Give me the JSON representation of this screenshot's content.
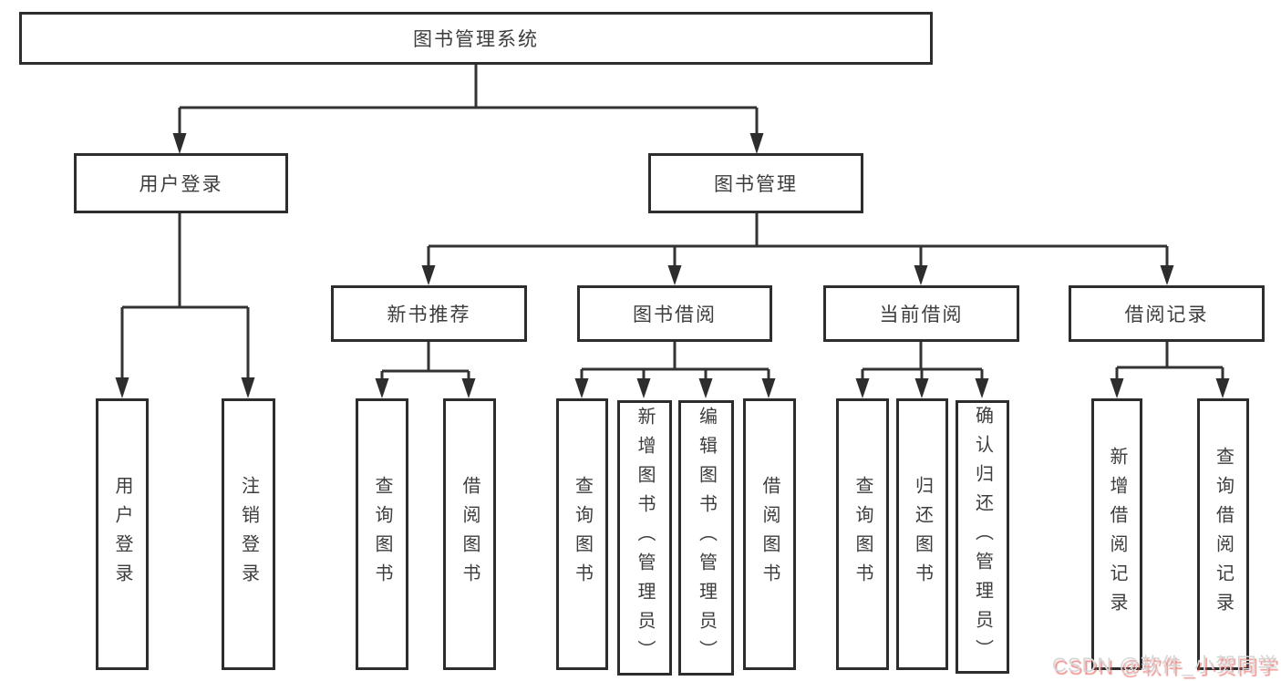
{
  "tree": {
    "root": {
      "label": "图书管理系统"
    },
    "level2": [
      {
        "label": "用户登录",
        "children": [
          {
            "label": "用户登录"
          },
          {
            "label": "注销登录"
          }
        ]
      },
      {
        "label": "图书管理",
        "children": [
          {
            "label": "新书推荐",
            "children": [
              {
                "label": "查询图书"
              },
              {
                "label": "借阅图书"
              }
            ]
          },
          {
            "label": "图书借阅",
            "children": [
              {
                "label": "查询图书"
              },
              {
                "label": "新增图书（管理员）"
              },
              {
                "label": "编辑图书（管理员）"
              },
              {
                "label": "借阅图书"
              }
            ]
          },
          {
            "label": "当前借阅",
            "children": [
              {
                "label": "查询图书"
              },
              {
                "label": "归还图书"
              },
              {
                "label": "确认归还（管理员）"
              }
            ]
          },
          {
            "label": "借阅记录",
            "children": [
              {
                "label": "新增借阅记录"
              },
              {
                "label": "查询借阅记录"
              }
            ]
          }
        ]
      }
    ]
  },
  "watermark": {
    "text": "CSDN @软件_小贺同学"
  },
  "colors": {
    "background": "#ffffff",
    "line": "#333333",
    "box_border": "#2d2d2d",
    "text": "#3d3d3d",
    "watermark_text": "#d6d6d6",
    "watermark_shadow": "#e6544e"
  }
}
